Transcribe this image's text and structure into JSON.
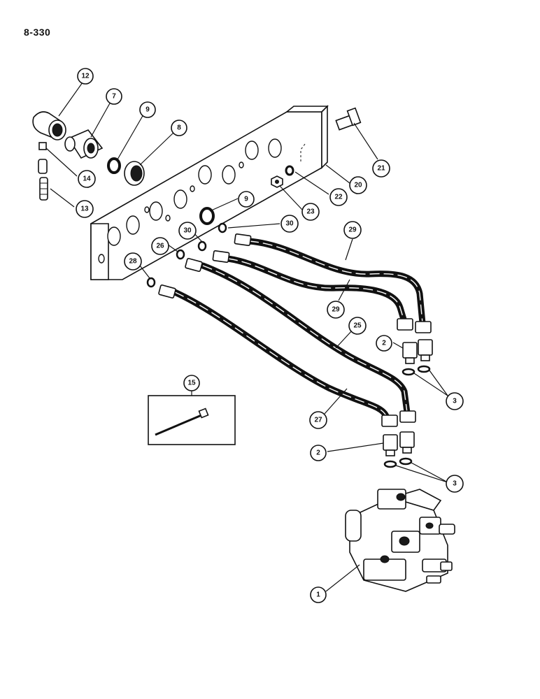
{
  "page": {
    "number": "8-330"
  },
  "callouts": [
    {
      "id": "c12",
      "label": "12"
    },
    {
      "id": "c7",
      "label": "7"
    },
    {
      "id": "c9a",
      "label": "9"
    },
    {
      "id": "c8",
      "label": "8"
    },
    {
      "id": "c14",
      "label": "14"
    },
    {
      "id": "c13",
      "label": "13"
    },
    {
      "id": "c21",
      "label": "21"
    },
    {
      "id": "c20",
      "label": "20"
    },
    {
      "id": "c22",
      "label": "22"
    },
    {
      "id": "c23",
      "label": "23"
    },
    {
      "id": "c9b",
      "label": "9"
    },
    {
      "id": "c30a",
      "label": "30"
    },
    {
      "id": "c30b",
      "label": "30"
    },
    {
      "id": "c26",
      "label": "26"
    },
    {
      "id": "c28",
      "label": "28"
    },
    {
      "id": "c29a",
      "label": "29"
    },
    {
      "id": "c29b",
      "label": "29"
    },
    {
      "id": "c25",
      "label": "25"
    },
    {
      "id": "c2a",
      "label": "2"
    },
    {
      "id": "c3a",
      "label": "3"
    },
    {
      "id": "c15",
      "label": "15"
    },
    {
      "id": "c27",
      "label": "27"
    },
    {
      "id": "c2b",
      "label": "2"
    },
    {
      "id": "c3b",
      "label": "3"
    },
    {
      "id": "c1",
      "label": "1"
    }
  ]
}
